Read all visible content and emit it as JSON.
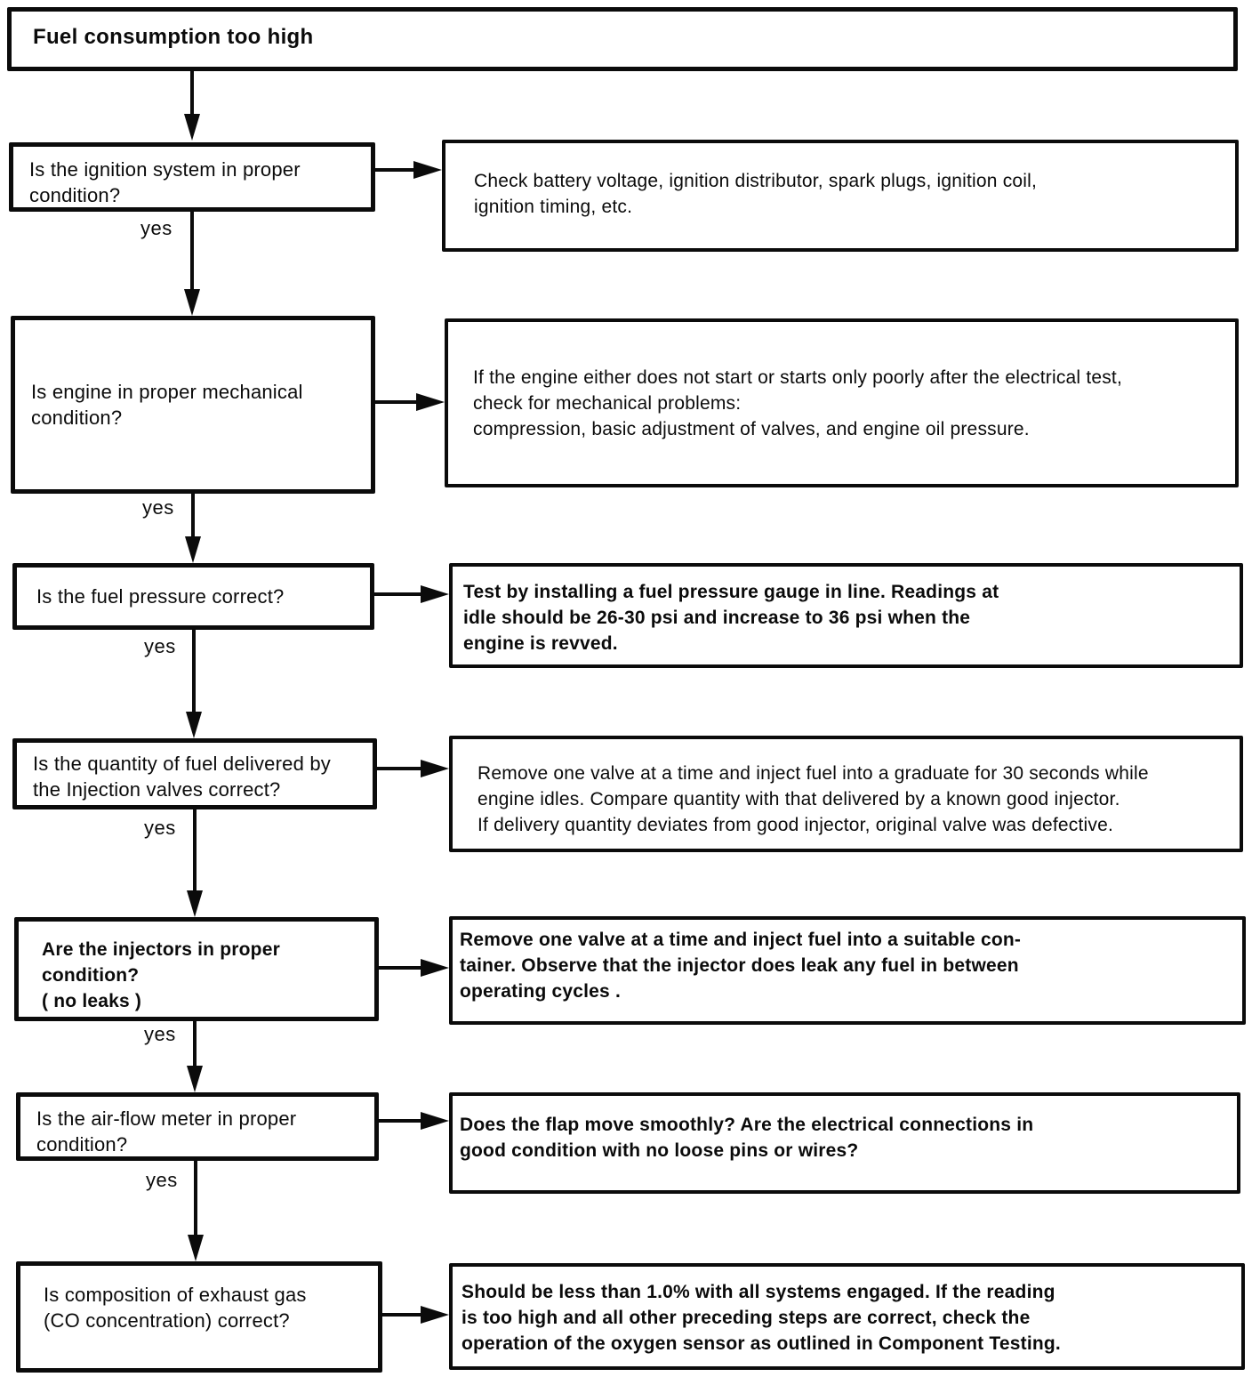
{
  "title": "Fuel consumption too high",
  "connector_label": "yes",
  "colors": {
    "ink": "#0b0b0b",
    "paper": "#ffffff"
  },
  "rows": [
    {
      "question": "Is the ignition system in proper\ncondition?",
      "answer": "Check battery voltage, ignition distributor, spark plugs, ignition coil,\nignition timing, etc."
    },
    {
      "question": "Is engine in proper mechanical\ncondition?",
      "answer": "If the engine either does not start or starts only poorly after the electrical test,\ncheck for mechanical problems:\ncompression, basic adjustment of valves, and engine oil pressure."
    },
    {
      "question": "Is the fuel pressure correct?",
      "answer": "Test by installing a fuel pressure gauge in line. Readings at\nidle should be 26-30 psi and increase to 36 psi when the\nengine is revved."
    },
    {
      "question": "Is the quantity of fuel delivered by\nthe Injection valves correct?",
      "answer": "Remove one valve at a time and inject fuel into a graduate for 30 seconds while\nengine idles. Compare quantity with that delivered by a known good injector.\nIf delivery quantity deviates from good injector, original valve was defective."
    },
    {
      "question": "Are the injectors in proper condition?\n( no leaks )",
      "answer": "Remove one valve at a time and inject fuel into a suitable con-\ntainer. Observe that the injector does leak any fuel in between\noperating cycles ."
    },
    {
      "question": "Is the air-flow meter in proper\ncondition?",
      "answer": "Does the flap move smoothly? Are the electrical connections in\ngood condition with no loose pins or wires?"
    },
    {
      "question": "Is composition of exhaust gas\n(CO concentration) correct?",
      "answer": "Should be less than 1.0% with all systems engaged. If the reading\nis too high and all other preceding steps are correct, check the\noperation of the oxygen sensor as outlined in Component Testing."
    }
  ]
}
